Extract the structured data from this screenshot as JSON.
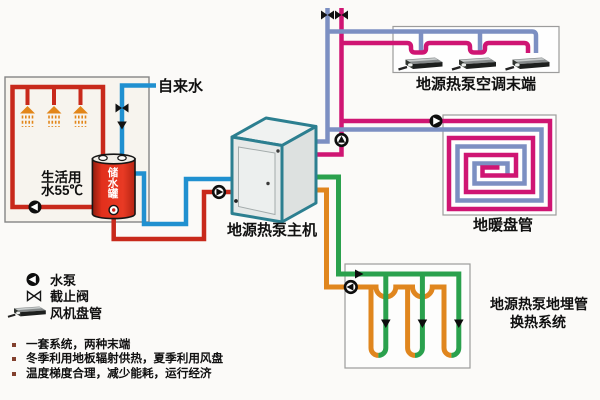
{
  "labels": {
    "tap_water": "自来水",
    "domestic_hot_water_line1": "生活用",
    "domestic_hot_water_line2": "水55℃",
    "storage_tank": "储水罐",
    "heat_pump_unit": "地源热泵主机",
    "ac_terminal": "地源热泵空调末端",
    "floor_heating_coil": "地暖盘管",
    "ground_loop_line1": "地源热泵地埋管",
    "ground_loop_line2": "换热系统"
  },
  "legend": {
    "items": [
      {
        "icon": "water-pump-icon",
        "label": "水泵"
      },
      {
        "icon": "stop-valve-icon",
        "label": "截止阀"
      },
      {
        "icon": "fan-coil-icon",
        "label": "风机盘管"
      }
    ]
  },
  "notes": [
    "一套系统，两种末端",
    "冬季利用地板辐射供热，夏季利用风盘",
    "温度梯度合理，减少能耗，运行经济"
  ],
  "colors": {
    "hot_water_red": "#c8291b",
    "cold_water_blue": "#2090d0",
    "ac_supply_pink": "#cf1573",
    "ac_return_blue": "#7c8fc2",
    "ground_supply_green": "#2aa14d",
    "ground_return_orange": "#e0861e",
    "tank_red": "#e2301c",
    "unit_teal_edge": "#2c7f90"
  }
}
